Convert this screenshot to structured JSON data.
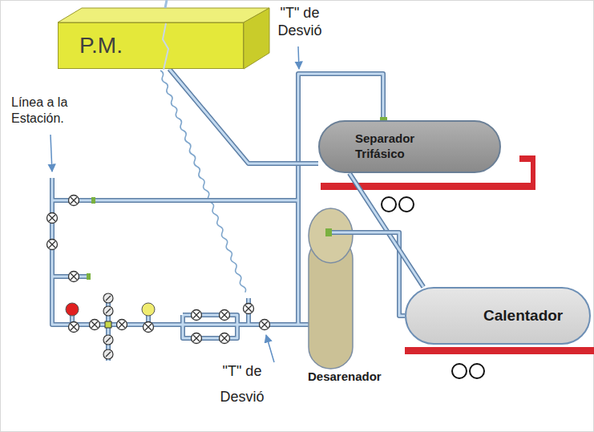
{
  "diagram": {
    "nodes": [
      {
        "text": [
          "P.M."
        ]
      },
      {
        "text": [
          "Separador Trifásico"
        ]
      },
      {
        "text": [
          "Desarenador"
        ]
      },
      {
        "text": [
          "Calentador"
        ]
      }
    ],
    "edges": [
      {
        "from": 0,
        "to": 1,
        "arrow": "none"
      },
      {
        "from": 2,
        "to": 3,
        "arrow": "none"
      },
      {
        "from": 3,
        "to": 1,
        "arrow": "none"
      }
    ],
    "labels": [
      "Línea a la Estación.",
      "\"T\" de Desvió",
      "\"T\" de Desvió"
    ]
  }
}
